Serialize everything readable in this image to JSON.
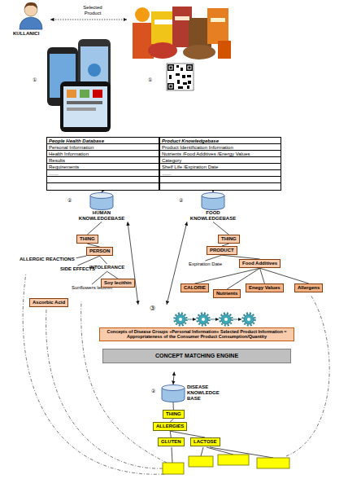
{
  "diagram": {
    "nodes": [
      {
        "text": [
          "People Health Database",
          "Personal Information",
          "Health Information",
          "Results",
          "Requirements",
          "......."
        ]
      },
      {
        "text": [
          "Product Knowledgebase",
          "Product Identification Information",
          "Nutrients /Food Additives /Energy Values",
          "Category",
          "Shelf Life /Expiration Date",
          "......."
        ]
      },
      {
        "text": [
          "HUMAN KNOWLEDGEBASE"
        ]
      },
      {
        "text": [
          "FOOD KNOWLEDGEBASE"
        ]
      },
      {
        "text": [
          "THING"
        ]
      },
      {
        "text": [
          "PERSON"
        ]
      },
      {
        "text": [
          "ALLERGIC REACTIONS"
        ]
      },
      {
        "text": [
          "SIDE EFFECTS"
        ]
      },
      {
        "text": [
          "INTOLERANCE"
        ]
      },
      {
        "text": [
          "Sunflowers lecithin"
        ]
      },
      {
        "text": [
          "Soy lecithin"
        ]
      },
      {
        "text": [
          "Ascorbic Acid"
        ]
      },
      {
        "text": [
          "THING"
        ]
      },
      {
        "text": [
          "PRODUCT"
        ]
      },
      {
        "text": [
          "Expiration Date"
        ]
      },
      {
        "text": [
          "Food Additives"
        ]
      },
      {
        "text": [
          "CALORIE"
        ]
      },
      {
        "text": [
          "Nutrients"
        ]
      },
      {
        "text": [
          "Enegy Values"
        ]
      },
      {
        "text": [
          "Allergens"
        ]
      },
      {
        "text": [
          "③"
        ]
      },
      {
        "text": [
          "Concepts of Disease Groups +Personal Information+ Selected Product Information = Appropriateness of the Consumer Product Consumption/Quantity"
        ],
        "in": 20
      },
      {
        "text": [
          "CONCEPT MATCHING ENGINE"
        ],
        "in": 20
      },
      {
        "text": [
          "DISEASE KNOWLEDGE BASE"
        ]
      },
      {
        "text": [
          "THING"
        ]
      },
      {
        "text": [
          "ALLERGIES"
        ]
      },
      {
        "text": [
          "GLUTEN"
        ]
      },
      {
        "text": [
          "LACTOSE"
        ]
      }
    ],
    "edges": [
      {
        "from": 0,
        "to": 2,
        "arrow": "to"
      },
      {
        "from": 1,
        "to": 3,
        "arrow": "to"
      },
      {
        "from": 2,
        "to": 20,
        "arrow": "both"
      },
      {
        "from": 3,
        "to": 20,
        "arrow": "both"
      },
      {
        "from": 23,
        "to": 20,
        "arrow": "both"
      },
      {
        "from": 2,
        "to": 4,
        "arrow": "none"
      },
      {
        "from": 4,
        "to": 5,
        "arrow": "none"
      },
      {
        "from": 5,
        "to": 6,
        "arrow": "none"
      },
      {
        "from": 5,
        "to": 7,
        "arrow": "none"
      },
      {
        "from": 5,
        "to": 8,
        "arrow": "none"
      },
      {
        "from": 8,
        "to": 9,
        "arrow": "none"
      },
      {
        "from": 8,
        "to": 10,
        "arrow": "none"
      },
      {
        "from": 3,
        "to": 12,
        "arrow": "none"
      },
      {
        "from": 12,
        "to": 13,
        "arrow": "none"
      },
      {
        "from": 13,
        "to": 14,
        "arrow": "none"
      },
      {
        "from": 13,
        "to": 15,
        "arrow": "none"
      },
      {
        "from": 15,
        "to": 16,
        "arrow": "none"
      },
      {
        "from": 15,
        "to": 17,
        "arrow": "none"
      },
      {
        "from": 15,
        "to": 18,
        "arrow": "none"
      },
      {
        "from": 15,
        "to": 19,
        "arrow": "none"
      },
      {
        "from": 23,
        "to": 24,
        "arrow": "none"
      },
      {
        "from": 24,
        "to": 25,
        "arrow": "none"
      },
      {
        "from": 25,
        "to": 26,
        "arrow": "none"
      },
      {
        "from": 25,
        "to": 27,
        "arrow": "none"
      }
    ],
    "labels": [
      "KULLANICI",
      "Selected Product",
      "①",
      "①",
      "②",
      "②",
      "②"
    ]
  }
}
